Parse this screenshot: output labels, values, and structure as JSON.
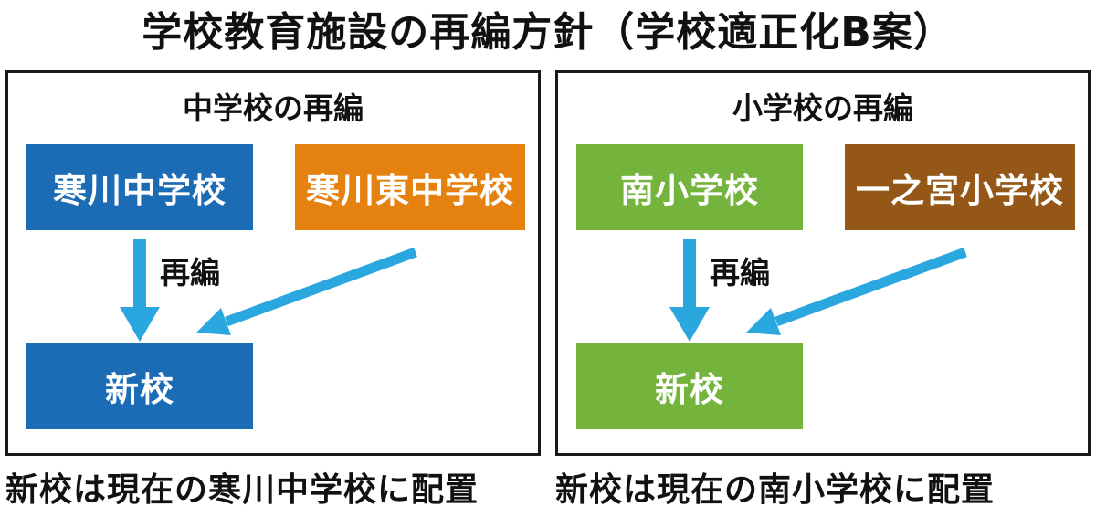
{
  "title": "学校教育施設の再編方針（学校適正化B案）",
  "arrow_color": "#2aa7de",
  "panels": [
    {
      "heading": "中学校の再編",
      "schools": [
        {
          "name": "寒川中学校",
          "color": "#1b6bb5"
        },
        {
          "name": "寒川東中学校",
          "color": "#e5820f"
        }
      ],
      "arrow_label": "再編",
      "new_school": {
        "name": "新校",
        "color": "#1b6bb5"
      },
      "caption": "新校は現在の寒川中学校に配置"
    },
    {
      "heading": "小学校の再編",
      "schools": [
        {
          "name": "南小学校",
          "color": "#74b43c"
        },
        {
          "name": "一之宮小学校",
          "color": "#945718"
        }
      ],
      "arrow_label": "再編",
      "new_school": {
        "name": "新校",
        "color": "#74b43c"
      },
      "caption": "新校は現在の南小学校に配置"
    }
  ]
}
